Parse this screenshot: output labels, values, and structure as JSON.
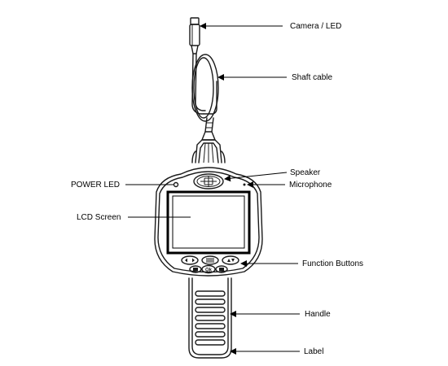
{
  "labels": {
    "camera_led": "Camera / LED",
    "shaft_cable": "Shaft cable",
    "speaker": "Speaker",
    "power_led": "POWER LED",
    "microphone": "Microphone",
    "lcd_screen": "LCD Screen",
    "function_buttons": "Function Buttons",
    "handle": "Handle",
    "label": "Label"
  },
  "buttons": {
    "ok": "Ok"
  },
  "colors": {
    "line": "#1a1a1a",
    "screen_border": "#000000",
    "fill": "#ffffff"
  }
}
